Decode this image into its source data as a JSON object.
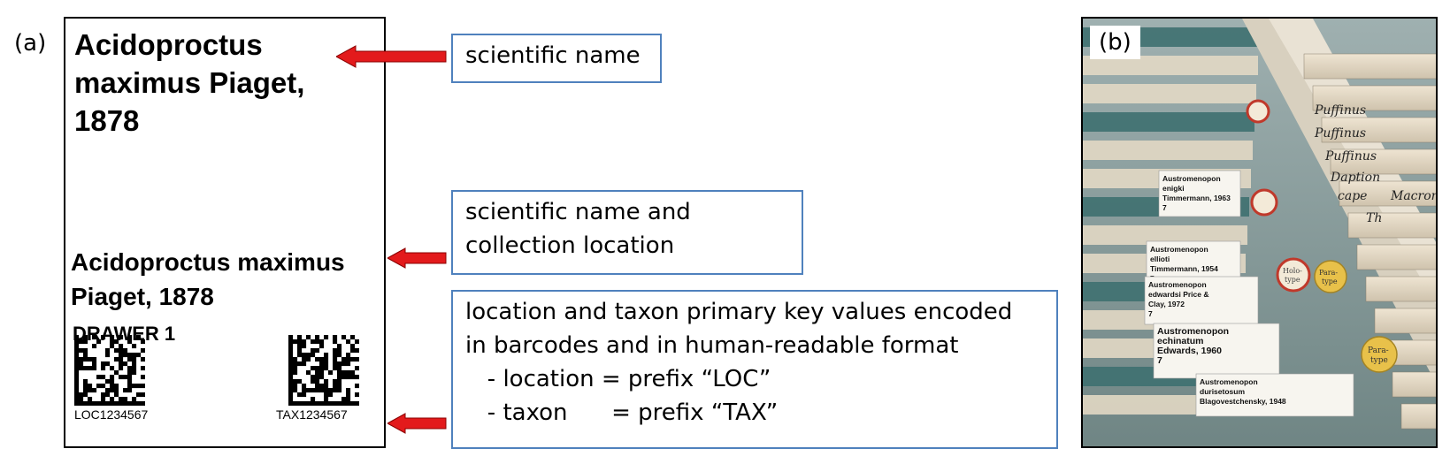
{
  "panel_a": {
    "tag": "(a)",
    "label": {
      "name_large": "Acidoproctus maximus Piaget, 1878",
      "name_medium": "Acidoproctus maximus Piaget, 1878",
      "drawer": "DRAWER 1",
      "loc_code": "LOC1234567",
      "tax_code": "TAX1234567"
    },
    "callouts": {
      "scientific_name": "scientific name",
      "name_and_location": [
        "scientific name and",
        "collection location"
      ],
      "keys": [
        "location and taxon primary key values encoded",
        "in barcodes and in human-readable format",
        "   - location = prefix “LOC”",
        "   - taxon      = prefix “TAX”"
      ]
    },
    "colors": {
      "arrow": "#e31a1c",
      "callout_border": "#4f81bd"
    }
  },
  "panel_b": {
    "tag": "(b)",
    "tabs": [
      {
        "lines": [
          "Austromenopon",
          "enigki",
          "Timmermann, 1963",
          "7"
        ]
      },
      {
        "lines": [
          "Austromenopon",
          "ellioti",
          "Timmermann, 1954",
          "7"
        ]
      },
      {
        "lines": [
          "Austromenopon",
          "edwardsi Price &",
          "Clay, 1972",
          "7"
        ]
      },
      {
        "lines": [
          "Austromenopon",
          "echinatum",
          "Edwards, 1960",
          "7"
        ]
      },
      {
        "lines": [
          "Austromenopon",
          "durisetosum",
          "Blagovestchensky, 1948"
        ]
      }
    ],
    "badges": [
      "Holo-",
      "type",
      "Para-",
      "type"
    ],
    "handwriting": [
      "Puffinus",
      "Puffinus",
      "Puffinus",
      "Daption",
      "cape",
      "Macron",
      "Th"
    ]
  }
}
